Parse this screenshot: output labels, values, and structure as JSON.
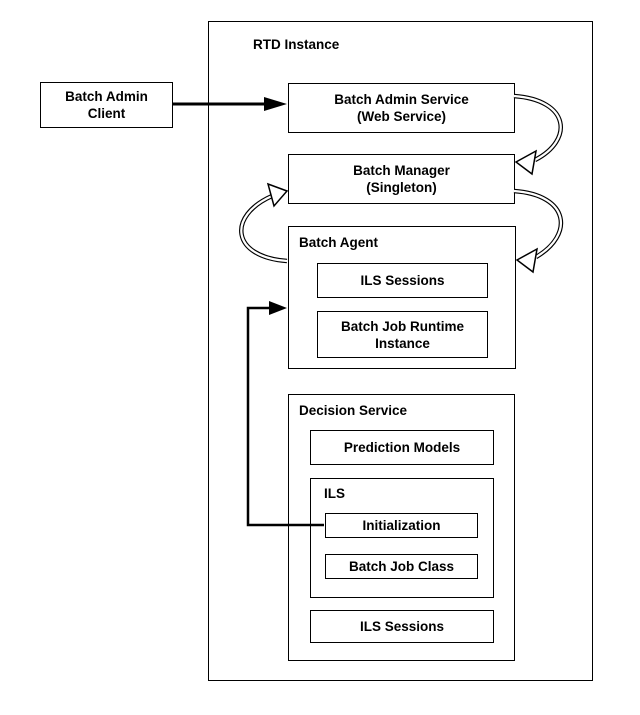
{
  "diagram": {
    "title": "RTD Instance",
    "colors": {
      "line": "#000000",
      "background": "#ffffff",
      "box_fill": "#ffffff",
      "text": "#000000"
    },
    "nodes": {
      "batch_admin_client": {
        "line1": "Batch Admin",
        "line2": "Client"
      },
      "batch_admin_service": {
        "line1": "Batch Admin Service",
        "line2": "(Web Service)"
      },
      "batch_manager": {
        "line1": "Batch Manager",
        "line2": "(Singleton)"
      },
      "batch_agent": {
        "title": "Batch Agent"
      },
      "agent_ils_sessions": {
        "label": "ILS Sessions"
      },
      "batch_job_runtime": {
        "line1": "Batch Job Runtime",
        "line2": "Instance"
      },
      "decision_service": {
        "title": "Decision Service"
      },
      "prediction_models": {
        "label": "Prediction Models"
      },
      "ils": {
        "title": "ILS"
      },
      "initialization": {
        "label": "Initialization"
      },
      "batch_job_class": {
        "label": "Batch Job Class"
      },
      "ds_ils_sessions": {
        "label": "ILS Sessions"
      }
    },
    "connections": [
      {
        "from": "Batch Admin Client",
        "to": "Batch Admin Service (Web Service)",
        "style": "straight-solid-arrow"
      },
      {
        "from": "Batch Admin Service (Web Service)",
        "to": "Batch Manager (Singleton)",
        "style": "curved-open-arrow"
      },
      {
        "from": "Batch Manager (Singleton)",
        "to": "Batch Agent",
        "style": "curved-open-arrow"
      },
      {
        "from": "Batch Agent",
        "to": "Batch Manager (Singleton)",
        "style": "curved-open-arrow"
      },
      {
        "from": "Initialization",
        "to": "Batch Agent",
        "style": "elbow-solid-arrow"
      }
    ]
  }
}
